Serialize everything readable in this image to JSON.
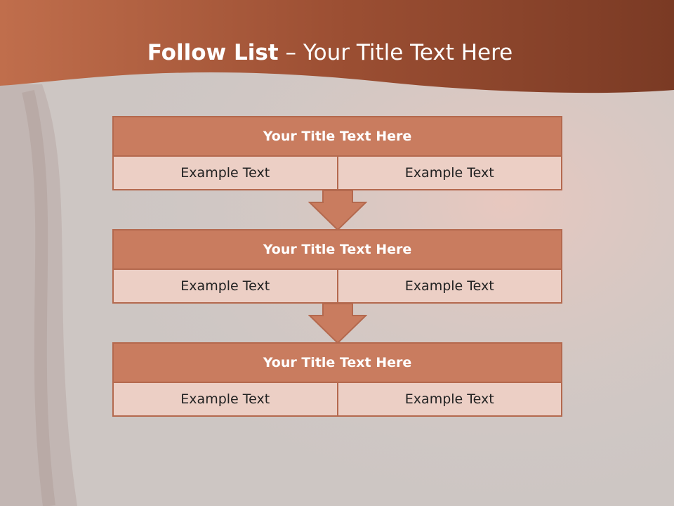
{
  "slide": {
    "title_bold": "Follow List",
    "title_rest": " – Your Title Text Here"
  },
  "steps": [
    {
      "title": "Your Title Text Here",
      "left": "Example Text",
      "right": "Example Text"
    },
    {
      "title": "Your Title Text Here",
      "left": "Example Text",
      "right": "Example Text"
    },
    {
      "title": "Your Title Text Here",
      "left": "Example Text",
      "right": "Example Text"
    }
  ],
  "colors": {
    "header_band": "#a9583a",
    "box_header": "#c97c5f",
    "box_cell": "#eccfc5",
    "border": "#b4694e"
  }
}
